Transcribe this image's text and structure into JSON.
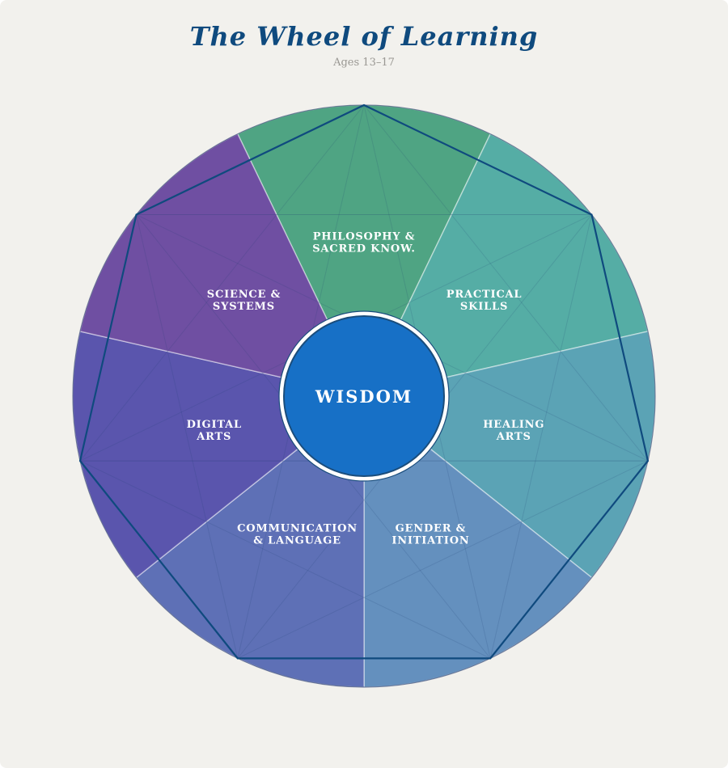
{
  "title": "The Wheel of Learning",
  "subtitle": "Ages 13–17",
  "center": {
    "label": "WISDOM",
    "color": "#1770c6"
  },
  "colors": {
    "background": "#f2f1ed",
    "title": "#0f4a7e",
    "outline": "#0f4a7e"
  },
  "segments": [
    {
      "lines": [
        "PHILOSOPHY &",
        "SACRED KNOW."
      ],
      "color": "#4fa483"
    },
    {
      "lines": [
        "PRACTICAL",
        "SKILLS"
      ],
      "color": "#55ada5"
    },
    {
      "lines": [
        "HEALING",
        "ARTS"
      ],
      "color": "#5ba3b5"
    },
    {
      "lines": [
        "GENDER &",
        "INITIATION"
      ],
      "color": "#6490be"
    },
    {
      "lines": [
        "COMMUNICATION",
        "& LANGUAGE"
      ],
      "color": "#5e70b6"
    },
    {
      "lines": [
        "DIGITAL",
        "ARTS"
      ],
      "color": "#5a55ad"
    },
    {
      "lines": [
        "SCIENCE &",
        "SYSTEMS"
      ],
      "color": "#6f4fa2"
    }
  ]
}
